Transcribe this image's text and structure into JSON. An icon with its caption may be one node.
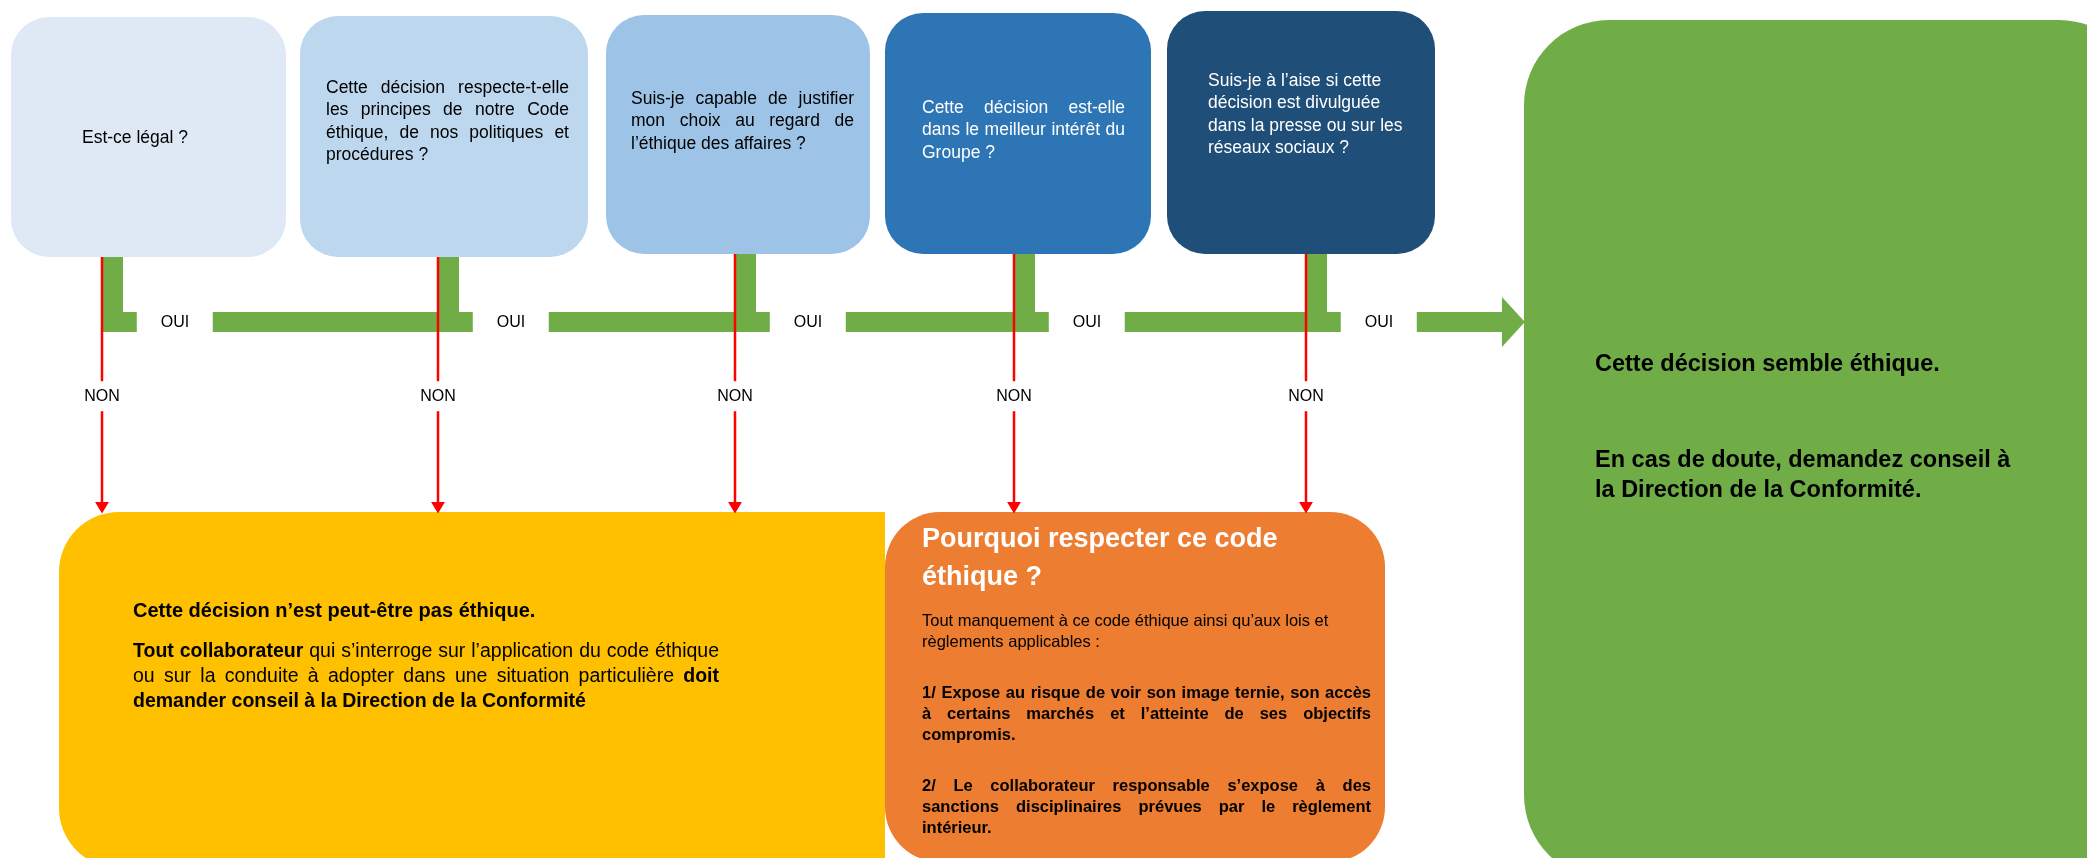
{
  "diagram": {
    "nodes": [
      {
        "text": [
          "Est-ce légal ?"
        ]
      },
      {
        "text": [
          "Cette décision respecte-t-elle les principes de notre Code éthique, de nos politiques et procédures ?"
        ]
      },
      {
        "text": [
          "Suis-je capable de justifier mon choix au regard de l’éthique des affaires ?"
        ]
      },
      {
        "text": [
          "Cette décision est-elle dans le meilleur intérêt du Groupe ?"
        ]
      },
      {
        "text": [
          "Suis-je à l’aise si cette décision est divulguée dans la presse ou sur les réseaux sociaux ?"
        ]
      },
      {
        "text": [
          "Cette décision n’est peut-être pas éthique.",
          "**Tout collaborateur** qui s’interroge sur l’application du code éthique ou sur la conduite à adopter dans une situation particulière **doit demander conseil à la Direction de la Conformité**"
        ]
      },
      {
        "text": [
          "Pourquoi respecter ce code éthique ?",
          "Tout manquement à ce code éthique ainsi qu’aux lois et règlements applicables :",
          "1/ Expose au risque de voir son image ternie, son accès à certains marchés et l’atteinte de ses objectifs compromis.",
          "2/ Le collaborateur responsable s’expose à des sanctions disciplinaires prévues par le règlement intérieur."
        ]
      },
      {
        "text": [
          "Cette décision semble éthique.",
          "En cas de doute, demandez conseil à la Direction de la Conformité."
        ]
      }
    ],
    "edges": [
      {
        "from": 0,
        "to": 1,
        "arrow": "none",
        "label": "OUI",
        "style": "thick",
        "color": "#70ad47"
      },
      {
        "from": 1,
        "to": 2,
        "arrow": "none",
        "label": "OUI",
        "style": "thick",
        "color": "#70ad47"
      },
      {
        "from": 2,
        "to": 3,
        "arrow": "none",
        "label": "OUI",
        "style": "thick",
        "color": "#70ad47"
      },
      {
        "from": 3,
        "to": 4,
        "arrow": "none",
        "label": "OUI",
        "style": "thick",
        "color": "#70ad47"
      },
      {
        "from": 4,
        "to": 7,
        "arrow": "to",
        "label": "OUI",
        "style": "thick",
        "color": "#70ad47"
      },
      {
        "from": 0,
        "to": 5,
        "arrow": "to",
        "label": "NON",
        "color": "#ff0000"
      },
      {
        "from": 1,
        "to": 5,
        "arrow": "to",
        "label": "NON",
        "color": "#ff0000"
      },
      {
        "from": 2,
        "to": 5,
        "arrow": "to",
        "label": "NON",
        "color": "#ff0000"
      },
      {
        "from": 3,
        "to": 6,
        "arrow": "to",
        "label": "NON",
        "color": "#ff0000"
      },
      {
        "from": 4,
        "to": 6,
        "arrow": "to",
        "label": "NON",
        "color": "#ff0000"
      }
    ]
  }
}
